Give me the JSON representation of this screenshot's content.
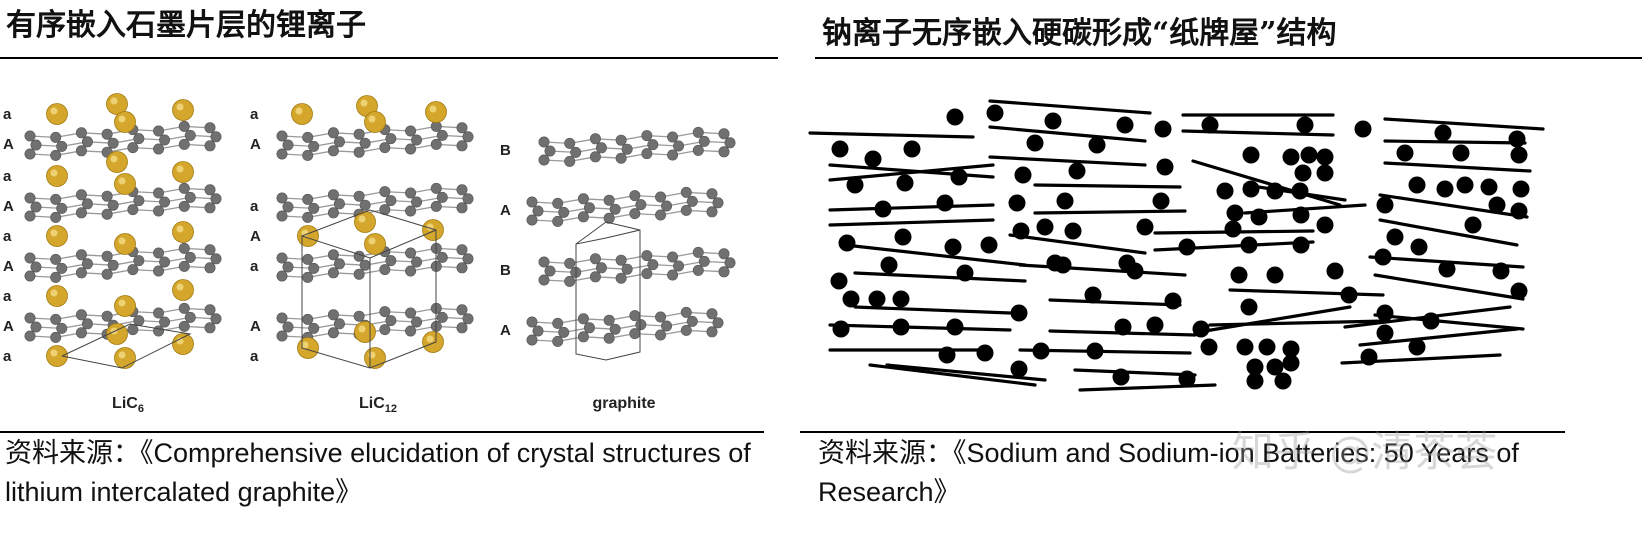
{
  "left_panel": {
    "title": "有序嵌入石墨片层的锂离子",
    "structures": [
      {
        "name": "LiC6",
        "label_main": "LiC",
        "label_sub": "6",
        "layers": [
          "a",
          "A",
          "a",
          "A",
          "a",
          "A",
          "a",
          "A",
          "a"
        ]
      },
      {
        "name": "LiC12",
        "label_main": "LiC",
        "label_sub": "12",
        "layers": [
          "a",
          "A",
          "a",
          "A",
          "a",
          "A",
          "a"
        ]
      },
      {
        "name": "graphite",
        "label_main": "graphite",
        "label_sub": "",
        "layers": [
          "B",
          "A",
          "B",
          "A"
        ]
      }
    ],
    "source_prefix": "资料来源：",
    "source_text": "《Comprehensive elucidation of crystal structures of lithium intercalated graphite》"
  },
  "right_panel": {
    "title": "钠离子无序嵌入硬碳形成“纸牌屋”结构",
    "source_prefix": "资料来源：",
    "source_text": "《Sodium and Sodium-ion Batteries: 50 Years of Research》"
  },
  "watermark": "知乎 @清茶荟",
  "colors": {
    "lithium": "#d4a72c",
    "carbon": "#707070",
    "sodium": "#000000"
  }
}
